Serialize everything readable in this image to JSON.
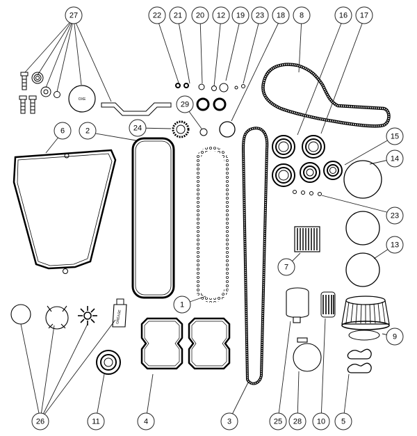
{
  "callouts": [
    "27",
    "22",
    "21",
    "20",
    "12",
    "19",
    "23",
    "18",
    "8",
    "16",
    "17",
    "29",
    "24",
    "2",
    "6",
    "15",
    "14",
    "23",
    "7",
    "13",
    "1",
    "9",
    "26",
    "11",
    "4",
    "3",
    "25",
    "28",
    "10",
    "5"
  ],
  "decal_text": "OXE",
  "tube_text": "GREASE"
}
